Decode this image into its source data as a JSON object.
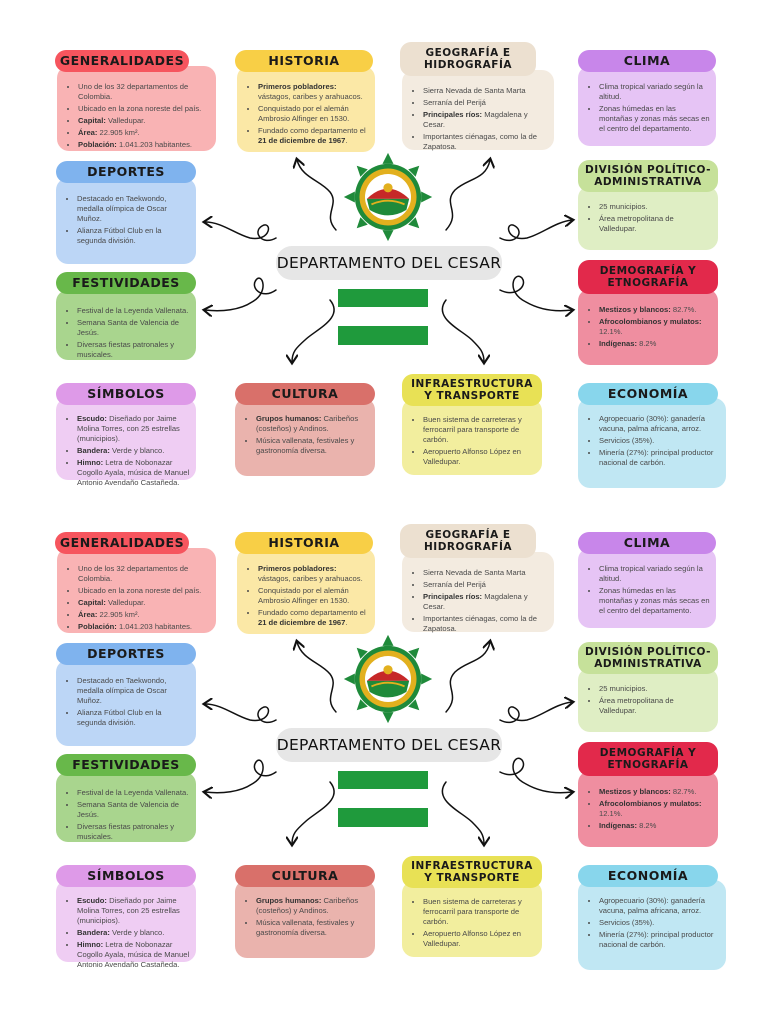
{
  "center_title": "DEPARTAMENTO DEL CESAR",
  "colors": {
    "flag_green": "#1f9a3c",
    "seal_green": "#1f8a3a",
    "seal_gold": "#e2b01e",
    "seal_red": "#c62828"
  },
  "icons": [
    "coat-of-arms-icon",
    "flag-icon"
  ],
  "sections": {
    "generalidades": {
      "title": "GENERALIDADES",
      "items": [
        {
          "label": "",
          "text": "Uno de los 32 departamentos de Colombia."
        },
        {
          "label": "",
          "text": "Ubicado en la zona noreste del país."
        },
        {
          "label": "Capital:",
          "text": " Valledupar."
        },
        {
          "label": "Área:",
          "text": " 22.905 km²."
        },
        {
          "label": "Población:",
          "text": " 1.041.203 habitantes."
        }
      ]
    },
    "historia": {
      "title": "HISTORIA",
      "items": [
        {
          "label": "Primeros pobladores:",
          "text": " vástagos, caribes y arahuacos."
        },
        {
          "label": "",
          "text": "Conquistado por el alemán Ambrosio Alfinger en 1530."
        },
        {
          "label": "",
          "text": "Fundado como departamento el ",
          "label2": "21 de diciembre de 1967",
          "text2": "."
        }
      ]
    },
    "geografia": {
      "title": "GEOGRAFÍA E HIDROGRAFÍA",
      "items": [
        {
          "label": "",
          "text": "Sierra Nevada de Santa Marta"
        },
        {
          "label": "",
          "text": "Serranía del Perijá"
        },
        {
          "label": "Principales ríos:",
          "text": " Magdalena y Cesar."
        },
        {
          "label": "",
          "text": "Importantes ciénagas, como la de Zapatosa."
        }
      ]
    },
    "clima": {
      "title": "CLIMA",
      "items": [
        {
          "label": "",
          "text": "Clima tropical variado según la altitud."
        },
        {
          "label": "",
          "text": "Zonas húmedas en las montañas y zonas más secas en el centro del departamento."
        }
      ]
    },
    "deportes": {
      "title": "DEPORTES",
      "items": [
        {
          "label": "",
          "text": "Destacado en Taekwondo, medalla olímpica de Oscar Muñoz."
        },
        {
          "label": "",
          "text": "Alianza Fútbol Club en la segunda división."
        }
      ]
    },
    "division": {
      "title": "DIVISIÓN POLÍTICO-ADMINISTRATIVA",
      "items": [
        {
          "label": "",
          "text": "25 municipios."
        },
        {
          "label": "",
          "text": "Área metropolitana de Valledupar."
        }
      ]
    },
    "festividades": {
      "title": "FESTIVIDADES",
      "items": [
        {
          "label": "",
          "text": "Festival de la Leyenda Vallenata."
        },
        {
          "label": "",
          "text": "Semana Santa de Valencia de Jesús."
        },
        {
          "label": "",
          "text": "Diversas fiestas patronales y musicales."
        }
      ]
    },
    "demografia": {
      "title": "DEMOGRAFÍA Y ETNOGRAFÍA",
      "items": [
        {
          "label": "Mestizos y blancos:",
          "text": " 82.7%."
        },
        {
          "label": "Afrocolombianos y mulatos:",
          "text": " 12.1%."
        },
        {
          "label": "Indígenas:",
          "text": " 8.2%"
        }
      ]
    },
    "simbolos": {
      "title": "SÍMBOLOS",
      "items": [
        {
          "label": "Escudo:",
          "text": " Diseñado por Jaime Molina Torres, con 25 estrellas (municipios)."
        },
        {
          "label": "Bandera:",
          "text": " Verde y blanco."
        },
        {
          "label": "Himno:",
          "text": " Letra de Nobonazar Cogollo Ayala, música de Manuel Antonio Avendaño Castañeda."
        }
      ]
    },
    "cultura": {
      "title": "CULTURA",
      "items": [
        {
          "label": "Grupos humanos:",
          "text": " Caribeños (costeños) y Andinos."
        },
        {
          "label": "",
          "text": "Música vallenata, festivales y gastronomía diversa."
        }
      ]
    },
    "infraestructura": {
      "title": "INFRAESTRUCTURA Y TRANSPORTE",
      "items": [
        {
          "label": "",
          "text": "Buen sistema de carreteras y ferrocarril para transporte de carbón."
        },
        {
          "label": "",
          "text": "Aeropuerto Alfonso López en Valledupar."
        }
      ]
    },
    "economia": {
      "title": "ECONOMÍA",
      "items": [
        {
          "label": "",
          "text": "Agropecuario (30%): ganadería vacuna, palma africana, arroz."
        },
        {
          "label": "",
          "text": "Servicios (35%)."
        },
        {
          "label": "",
          "text": "Minería (27%): principal productor nacional de carbón."
        }
      ]
    }
  }
}
